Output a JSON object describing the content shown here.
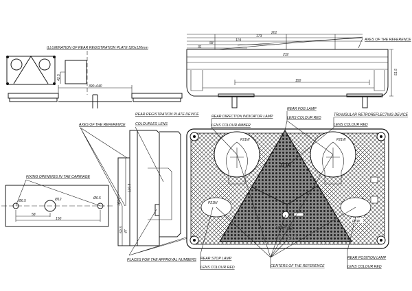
{
  "title": "Technical drawing of rear combination lamp WAS UT-150",
  "top_left": {
    "label": "ILLUMINATION OF REAR REGISTRATION PLATE 520x120mm",
    "dim_height": "42.5",
    "dim_range": "390÷640"
  },
  "top_right": {
    "dims": [
      "201",
      "173",
      "119",
      "58",
      "31",
      "232",
      "51.5",
      "150"
    ],
    "axes_label": "AXES OF THE REFERENCE"
  },
  "fixing": {
    "label": "FIXING OPENINGS IN THE CARRIAGE",
    "holes": [
      "Ø6.5",
      "Ø12",
      "Ø6.5"
    ],
    "dims": [
      "58",
      "150"
    ]
  },
  "side_view": {
    "axes_label": "AXES OF THE REFERENCE",
    "plate_device": "REAR REGISTRATION PLATE DEVICE",
    "plate_lens": "COLOURLES LENS",
    "dims": [
      "110.3",
      "161.2",
      "50.3",
      "47"
    ],
    "approval_label": "PLACES FOR THE APPROVAL NUMBERS"
  },
  "front_view": {
    "indicator": {
      "name": "REAR DIRECTION INDICATOR LAMP",
      "lens": "LENS COLOUR AMBER",
      "bulb": "P21W"
    },
    "fog": {
      "name": "REAR FOG LAMP",
      "lens": "LENS COLOUR RED"
    },
    "retro": {
      "name": "TRIANGULAR RETROREFLECTING DEVICE",
      "lens": "LENS COLOUR RED"
    },
    "fog_bulb": "P21W",
    "stop": {
      "name": "REAR STOP LAMP",
      "lens": "LENS COLOUR RED",
      "bulb": "P21W"
    },
    "centers": "CENTERS OF THE REFERENCE",
    "position": {
      "name": "REAR POSITION LAMP",
      "lens": "LENS COLOUR RED",
      "bulb": "R5W"
    },
    "top_mark": "TOP",
    "brand": "WAS",
    "model": "UT-150"
  }
}
